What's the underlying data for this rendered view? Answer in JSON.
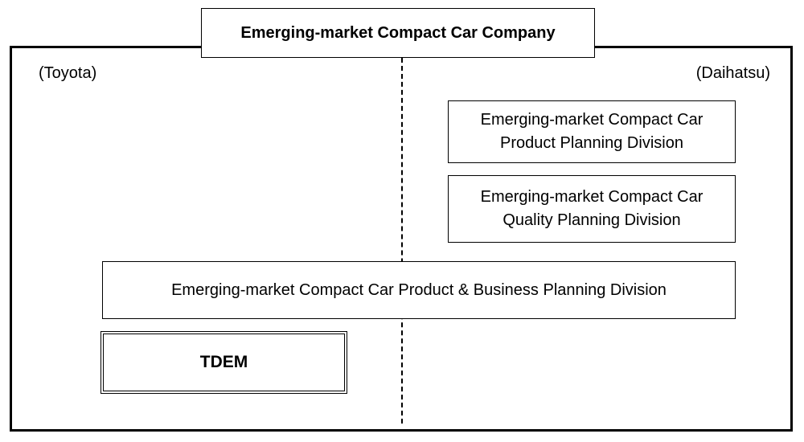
{
  "diagram": {
    "company_title": "Emerging-market Compact Car Company",
    "left_label": "(Toyota)",
    "right_label": "(Daihatsu)",
    "product_planning": {
      "line1": "Emerging-market Compact Car",
      "line2": "Product Planning Division"
    },
    "quality_planning": {
      "line1": "Emerging-market Compact Car",
      "line2": "Quality Planning Division"
    },
    "business_planning": "Emerging-market Compact Car Product & Business Planning Division",
    "tdem": "TDEM"
  }
}
